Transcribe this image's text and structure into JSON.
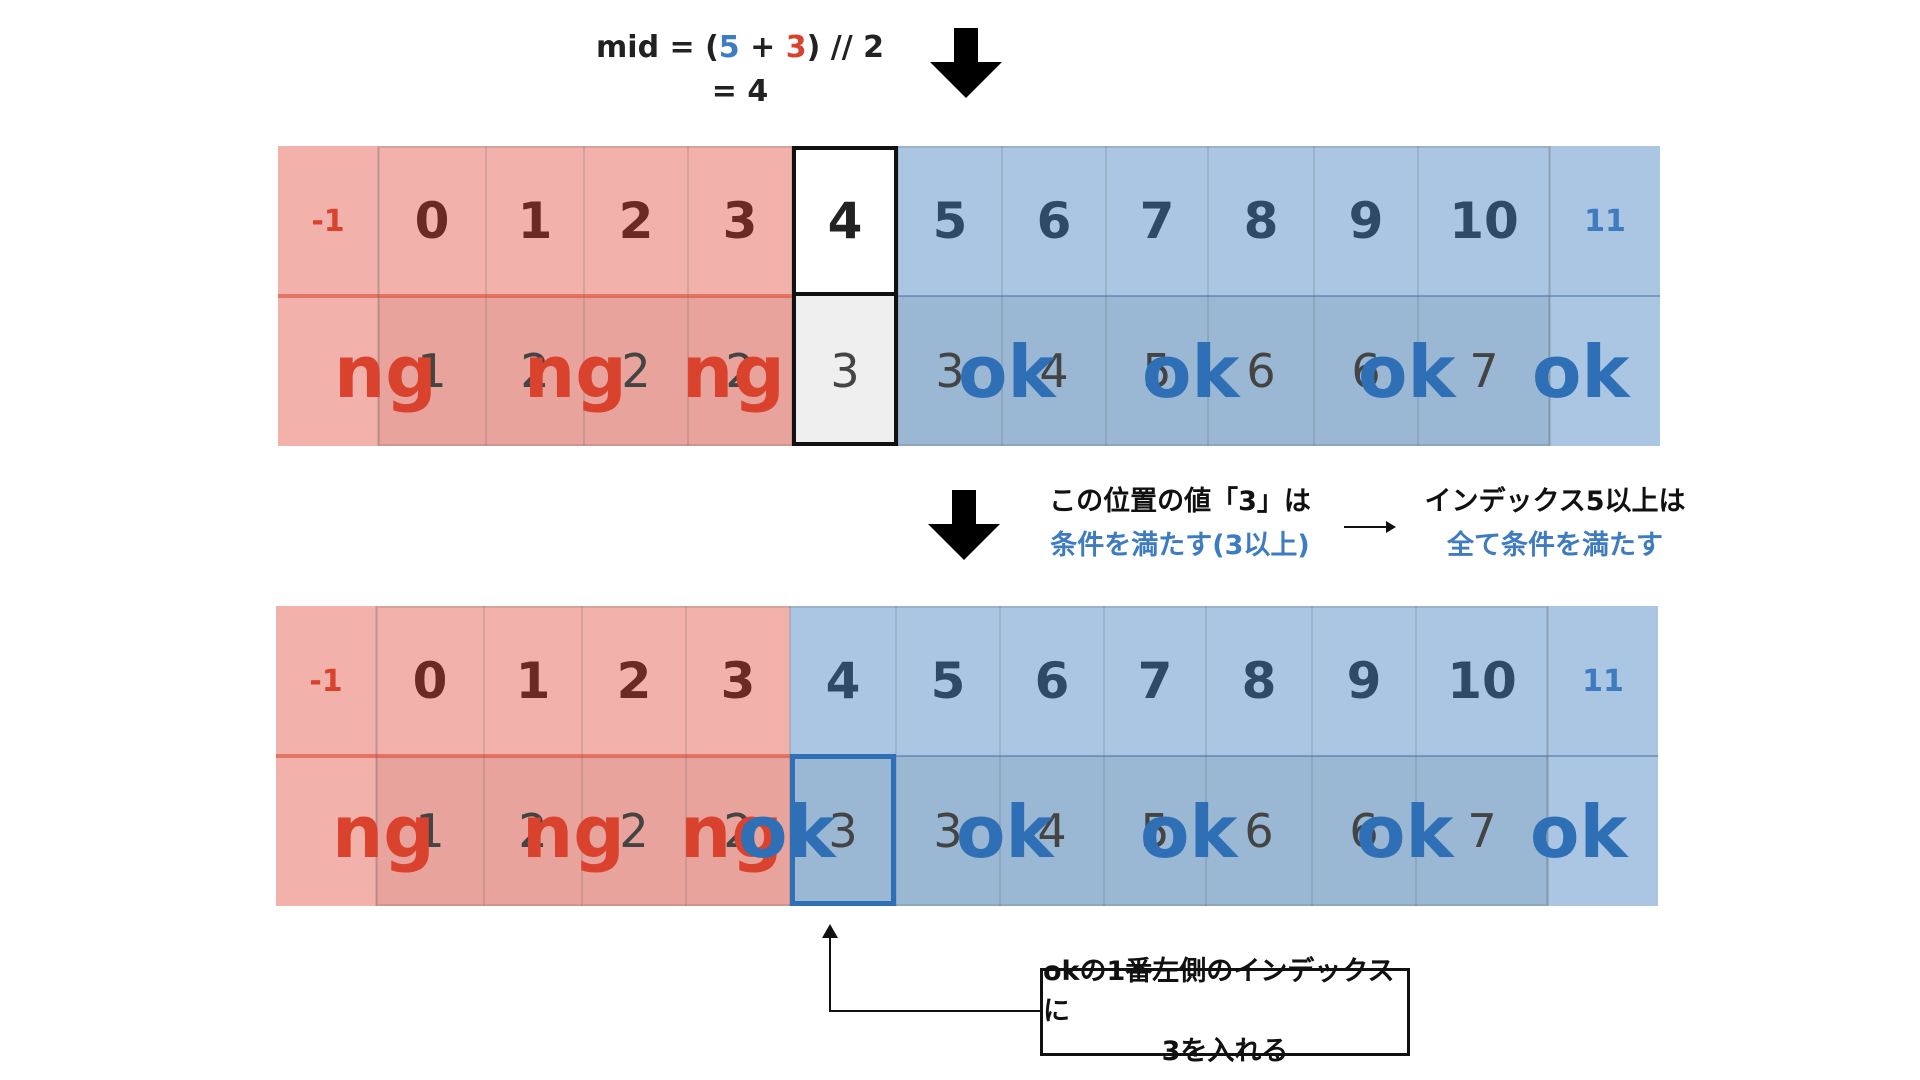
{
  "formula": {
    "prefix": "mid = (",
    "a": "5",
    "plus": " + ",
    "b": "3",
    "suffix": ") // 2",
    "result": "= 4"
  },
  "indices": [
    "-1",
    "0",
    "1",
    "2",
    "3",
    "4",
    "5",
    "6",
    "7",
    "8",
    "9",
    "10",
    "11"
  ],
  "values": [
    "1",
    "2",
    "2",
    "2",
    "3",
    "3",
    "4",
    "5",
    "6",
    "6",
    "7"
  ],
  "tags": {
    "ng": "ng",
    "ok": "ok"
  },
  "note_left": {
    "line1": "この位置の値「3」は",
    "line2": "条件を満たす(3以上)"
  },
  "note_right": {
    "line1": "インデックス5以上は",
    "line2": "全て条件を満たす"
  },
  "callout": {
    "line1": "okの1番左側のインデックスに",
    "line2": "3を入れる"
  },
  "colors": {
    "ng_fill": "#f2b2ab",
    "ng_accent": "#d9432e",
    "ok_fill": "#aac6e2",
    "ok_accent": "#2f6fb6",
    "highlight_fill": "#efefef"
  }
}
